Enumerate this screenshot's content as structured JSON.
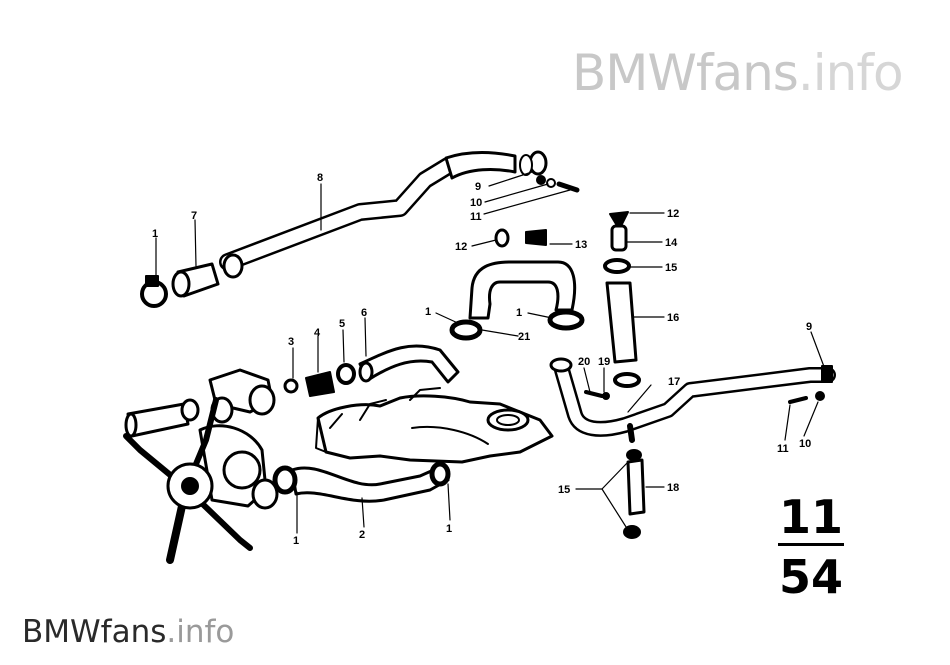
{
  "watermark_top": {
    "brand": "BMWfans",
    "suffix": ".info"
  },
  "watermark_bottom": {
    "brand": "BMWfans",
    "suffix": ".info"
  },
  "group_code": {
    "main": "11",
    "sub": "54"
  },
  "part_numbers": [
    "1",
    "2",
    "3",
    "4",
    "5",
    "6",
    "7",
    "8",
    "9",
    "10",
    "11",
    "12",
    "13",
    "14",
    "15",
    "16",
    "17",
    "18",
    "19",
    "20",
    "21"
  ],
  "colors": {
    "ink": "#000000",
    "watermark": "#c8c8c8"
  }
}
